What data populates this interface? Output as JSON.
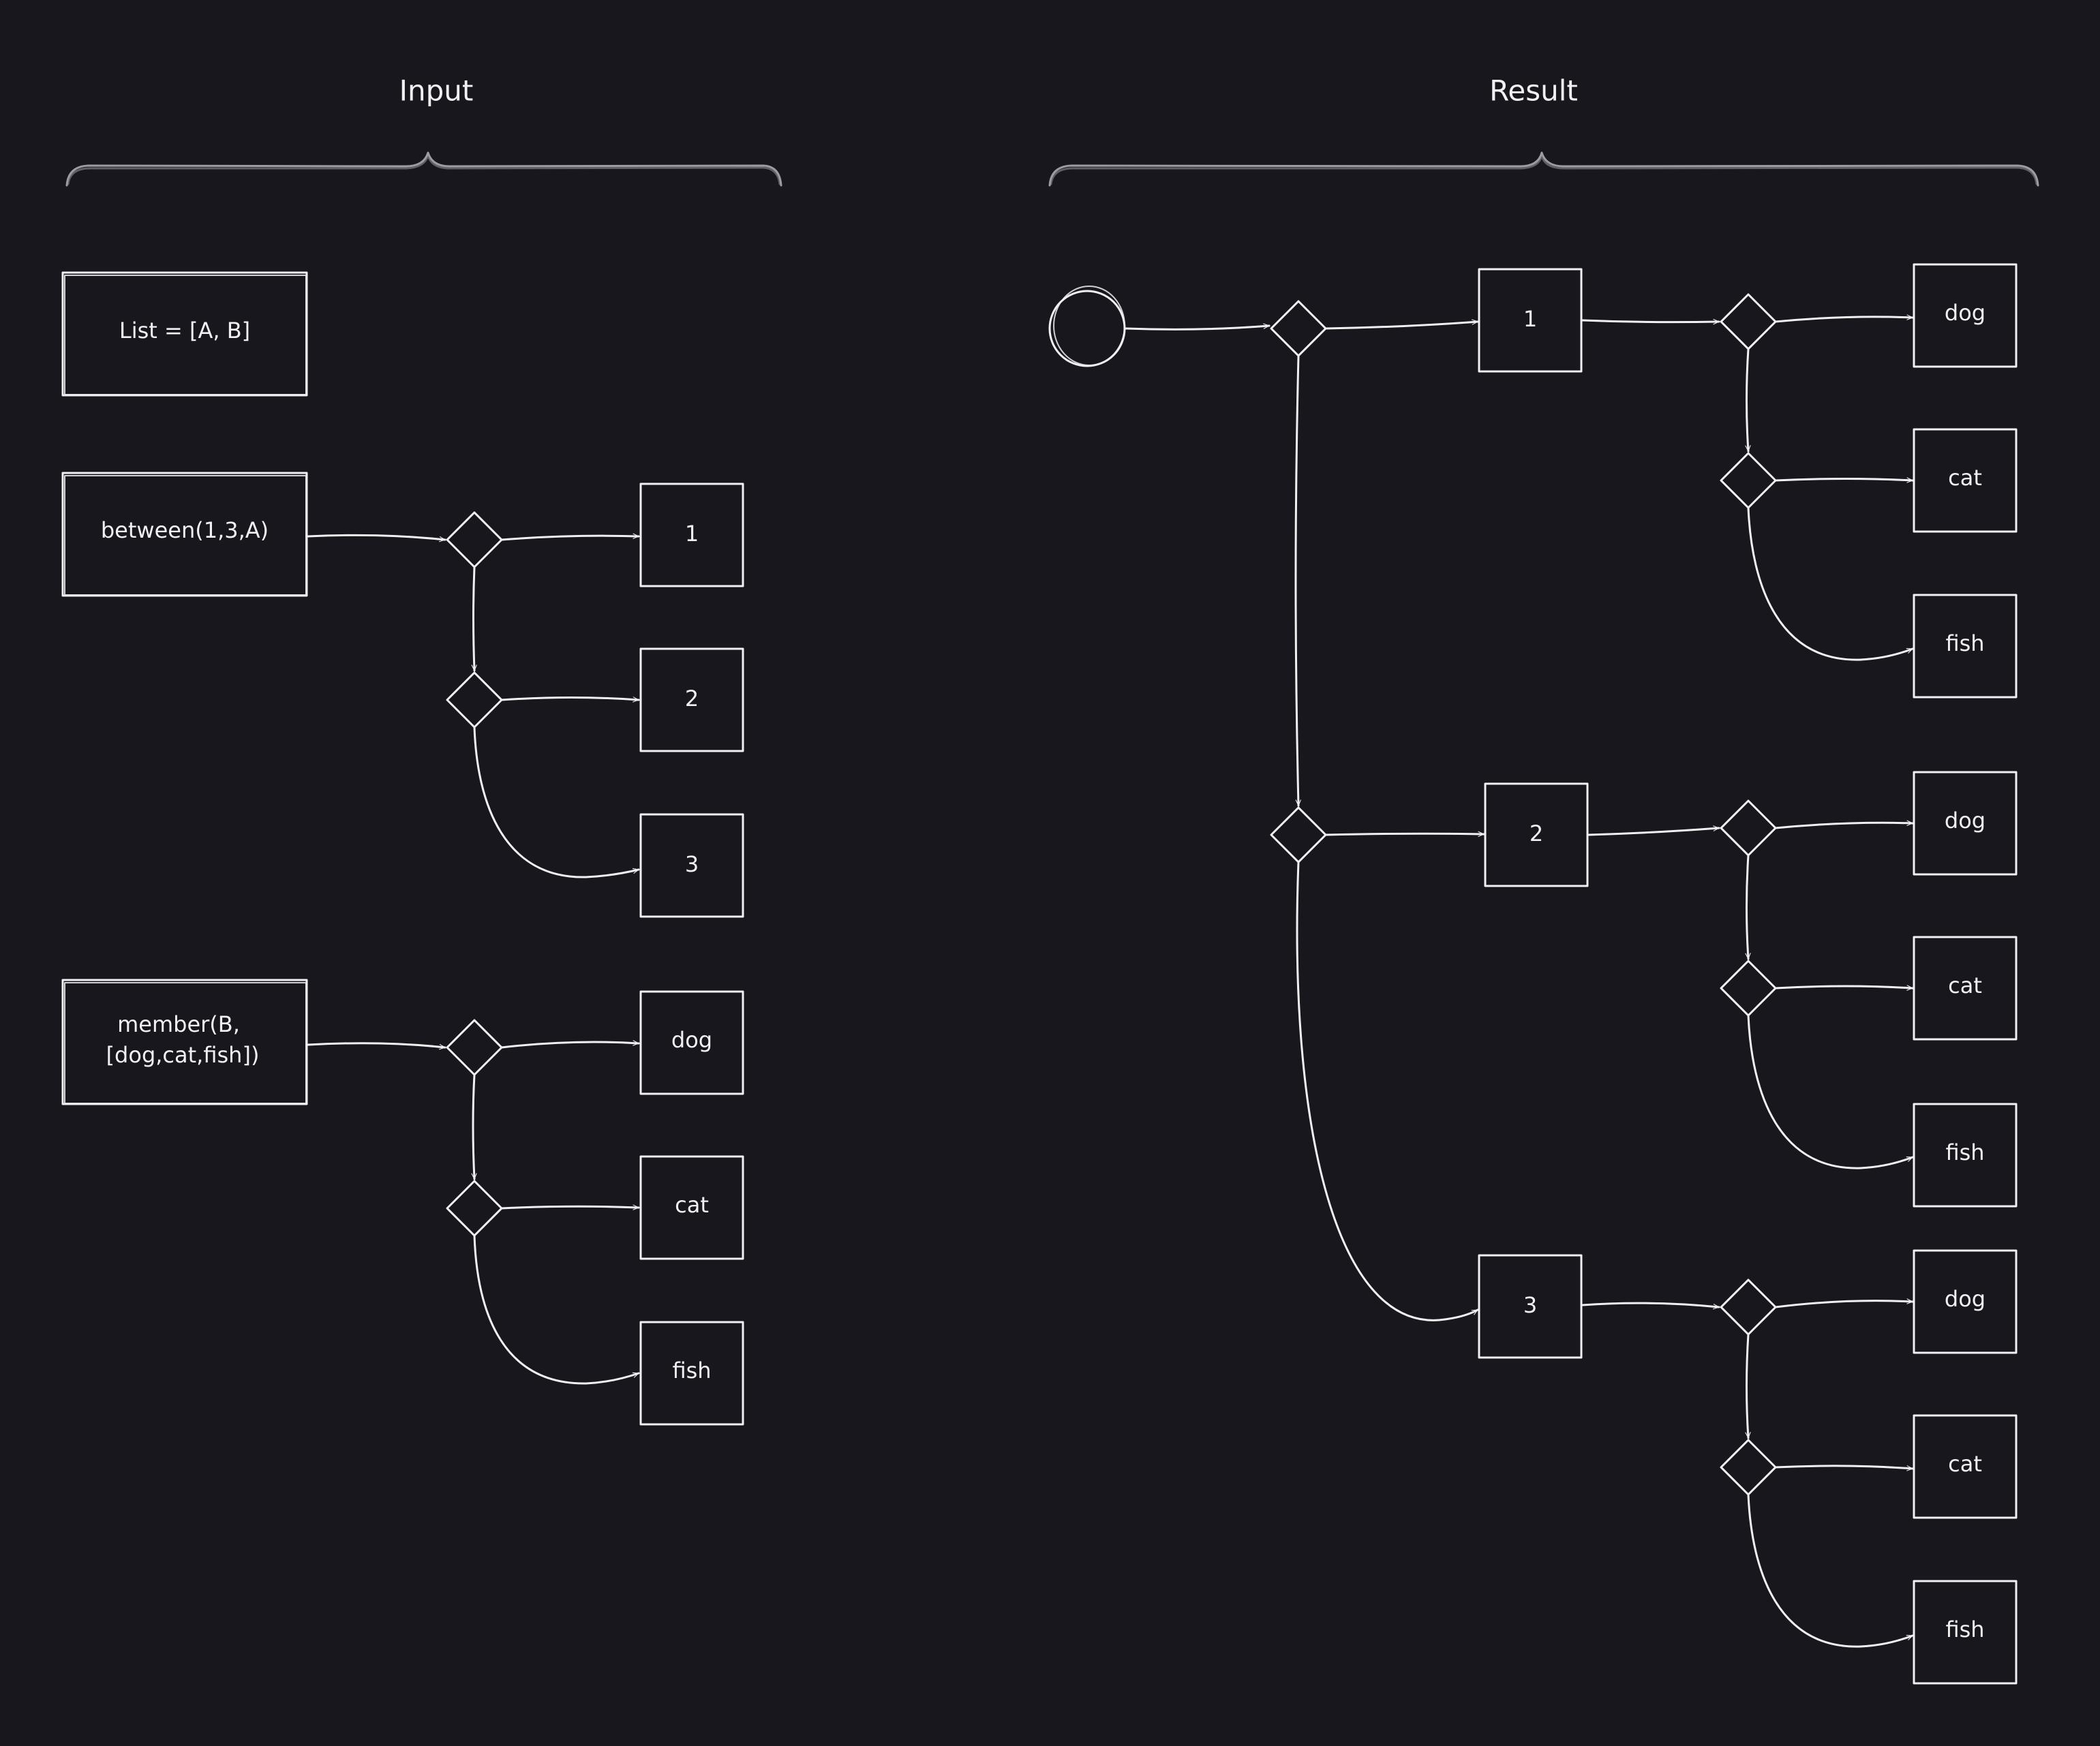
{
  "colors": {
    "background": "#18171e",
    "stroke": "#f1f1f3",
    "brace": "#9d9ca3"
  },
  "sections": {
    "input_heading": "Input",
    "result_heading": "Result"
  },
  "input": {
    "list_box": "List = [A, B]",
    "between_box": "between(1,3,A)",
    "between_values": [
      "1",
      "2",
      "3"
    ],
    "member_box_lines": [
      "member(B,",
      "[dog,cat,fish])"
    ],
    "member_values": [
      "dog",
      "cat",
      "fish"
    ]
  },
  "result": {
    "first_level": [
      "1",
      "2",
      "3"
    ],
    "second_level": [
      "dog",
      "cat",
      "fish"
    ]
  }
}
